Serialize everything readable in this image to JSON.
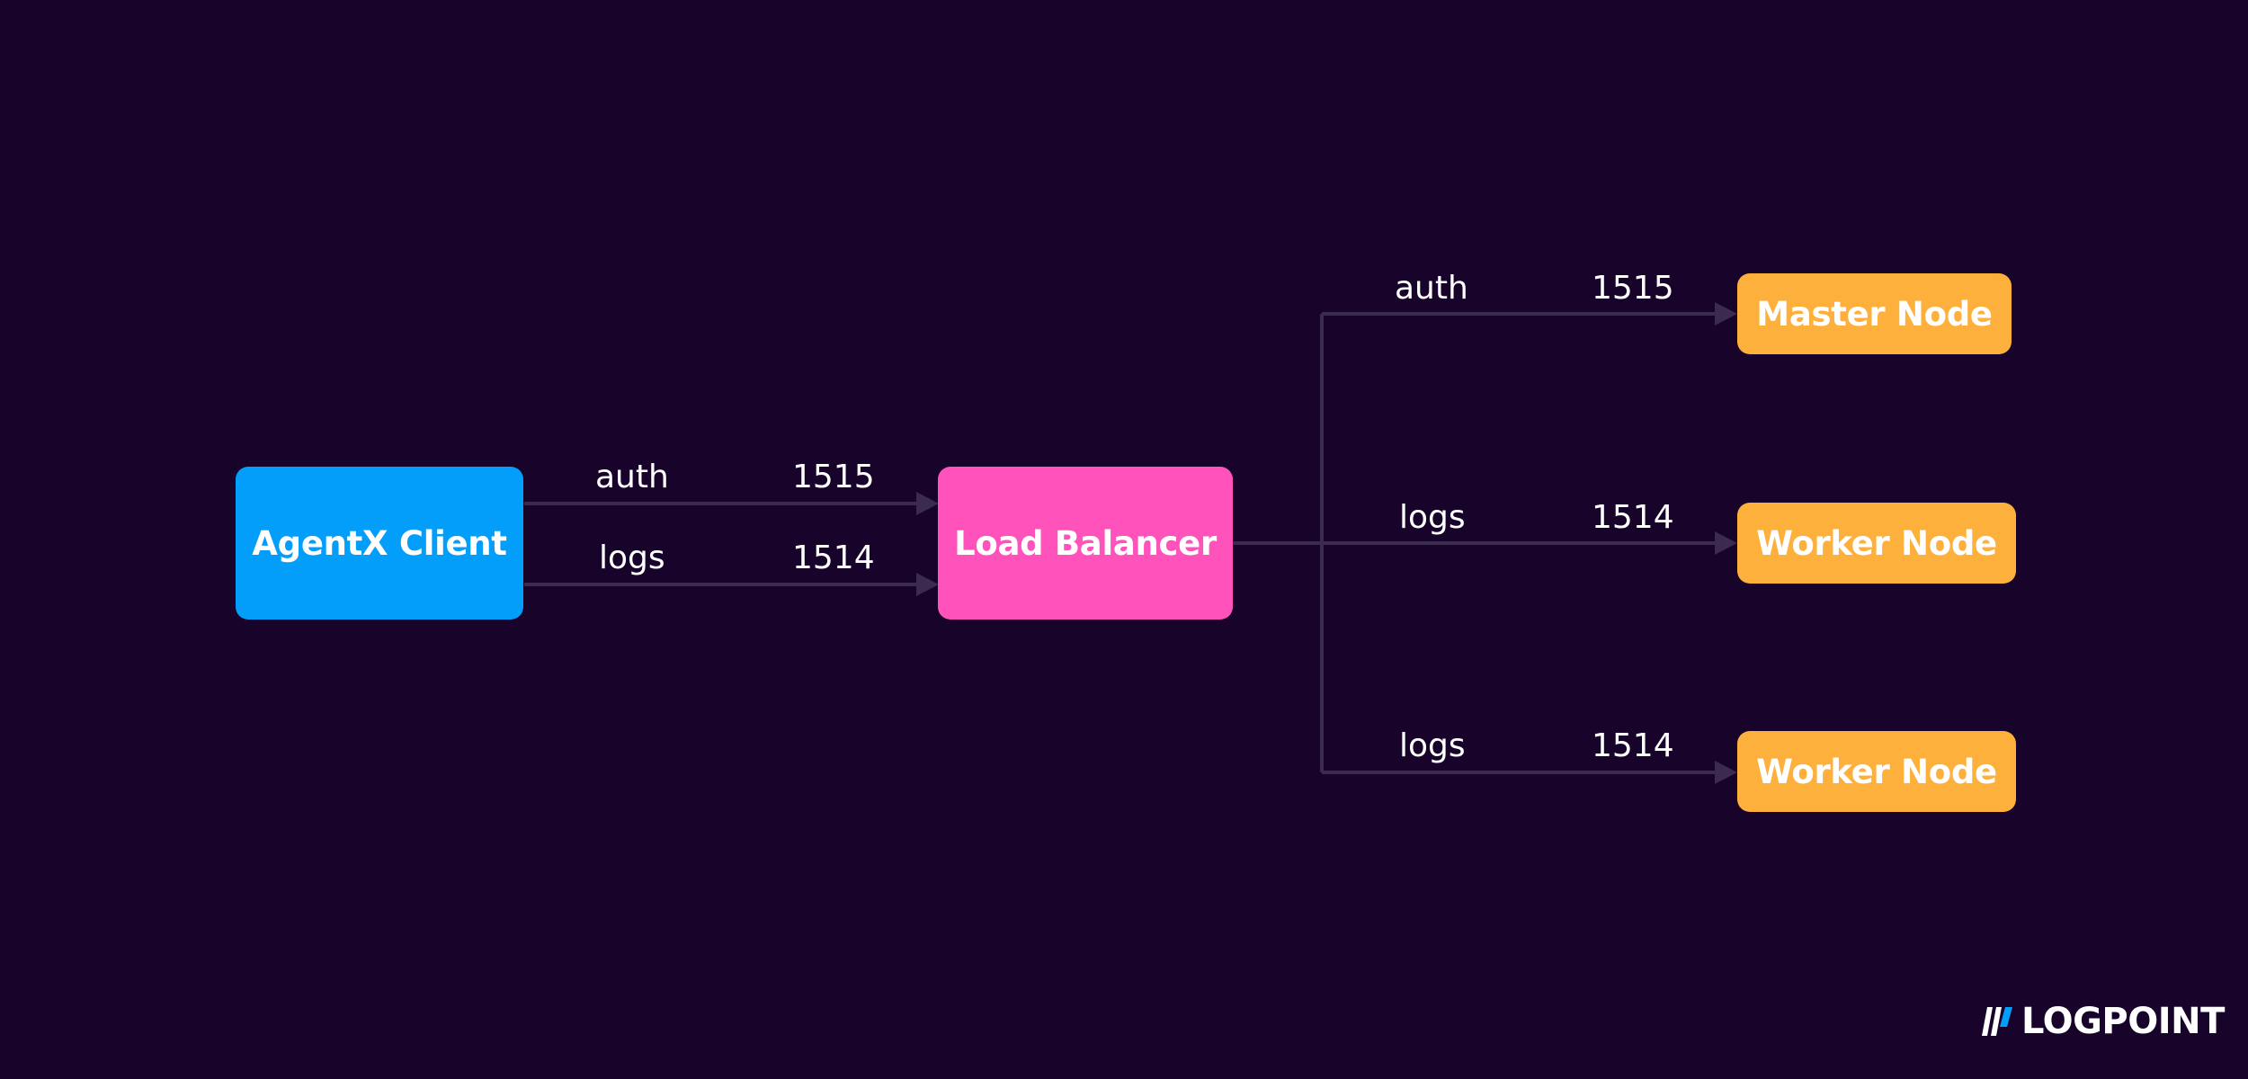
{
  "colors": {
    "background": "#18032b",
    "connector": "#3b2b4f",
    "client": "#039dfa",
    "balancer": "#ff52bb",
    "node": "#fdb03b"
  },
  "nodes": {
    "client": "AgentX Client",
    "balancer": "Load Balancer",
    "master": "Master Node",
    "worker1": "Worker Node",
    "worker2": "Worker Node"
  },
  "edges": {
    "client_auth": {
      "protocol": "auth",
      "port": "1515"
    },
    "client_logs": {
      "protocol": "logs",
      "port": "1514"
    },
    "master_auth": {
      "protocol": "auth",
      "port": "1515"
    },
    "worker1_logs": {
      "protocol": "logs",
      "port": "1514"
    },
    "worker2_logs": {
      "protocol": "logs",
      "port": "1514"
    }
  },
  "logo": {
    "text": "LOGPOINT",
    "icon": "logpoint-slashes-icon"
  }
}
